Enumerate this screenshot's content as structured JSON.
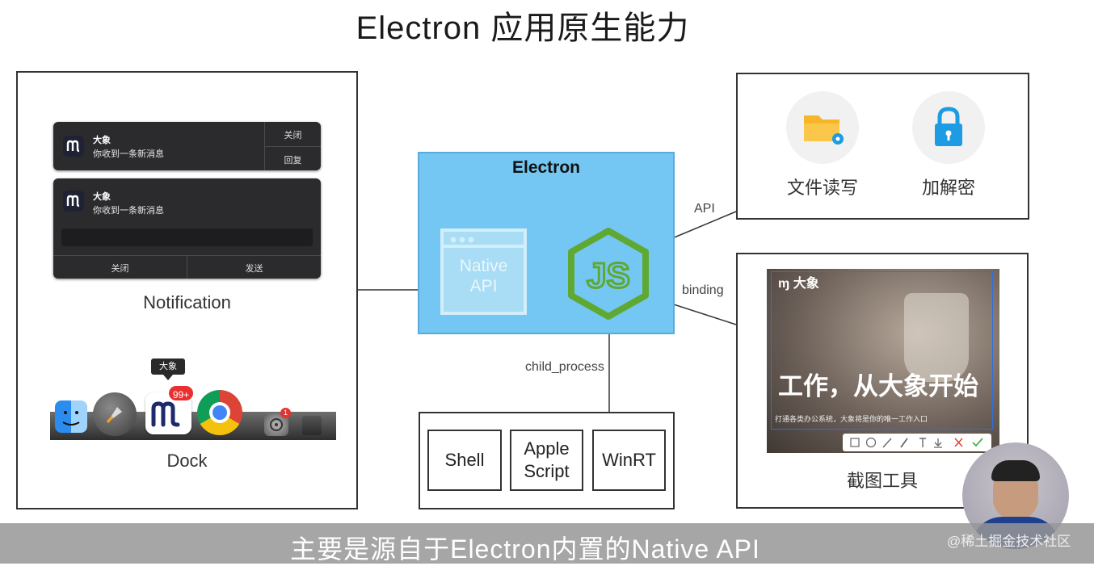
{
  "title": "Electron 应用原生能力",
  "notification": {
    "caption": "Notification",
    "card1": {
      "name": "大象",
      "message": "你收到一条新消息",
      "btn_close": "关闭",
      "btn_reply": "回复"
    },
    "card2": {
      "name": "大象",
      "message": "你收到一条新消息",
      "btn_close": "关闭",
      "btn_send": "发送"
    }
  },
  "dock": {
    "caption": "Dock",
    "tooltip": "大象",
    "badge": "99+",
    "settings_badge": "1"
  },
  "electron": {
    "title": "Electron",
    "native_api": [
      "Native",
      "API"
    ],
    "node_logo": "JS"
  },
  "edges": {
    "api": "API",
    "binding": "binding",
    "child_process": "child_process"
  },
  "native_features": [
    {
      "label": "文件读写",
      "icon": "folder-gear-icon"
    },
    {
      "label": "加解密",
      "icon": "lock-icon"
    }
  ],
  "screenshot_tool": {
    "caption": "截图工具",
    "brand": "大象",
    "headline": "工作，从大象开始",
    "tagline": "打通各类办公系统，大象将是你的唯一工作入口"
  },
  "processes": [
    {
      "label": [
        "Shell"
      ]
    },
    {
      "label": [
        "Apple",
        "Script"
      ]
    },
    {
      "label": [
        "WinRT"
      ]
    }
  ],
  "subtitle": "主要是源自于Electron内置的Native API",
  "watermark": "@稀土掘金技术社区",
  "colors": {
    "electron_bg": "#74c7f2",
    "node_green": "#5fa832",
    "folder_yellow": "#f7b62a",
    "lock_blue": "#1d9be3",
    "badge_red": "#e8312f"
  }
}
